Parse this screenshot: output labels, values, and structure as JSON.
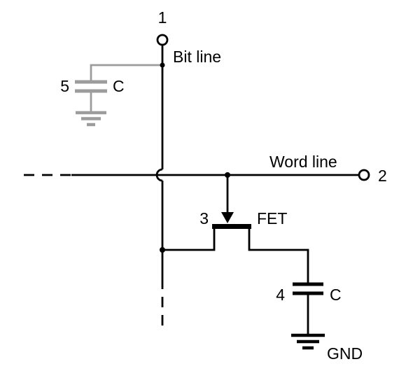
{
  "diagram": {
    "colors": {
      "primary": "#000000",
      "secondary": "#9c9c9c",
      "background": "#ffffff"
    },
    "labels": {
      "terminal_1": "1",
      "bit_line": "Bit line",
      "cap5_number": "5",
      "cap5_letter": "C",
      "word_line": "Word line",
      "terminal_2": "2",
      "fet_number": "3",
      "fet_label": "FET",
      "cap4_number": "4",
      "cap4_letter": "C",
      "ground": "GND"
    }
  }
}
